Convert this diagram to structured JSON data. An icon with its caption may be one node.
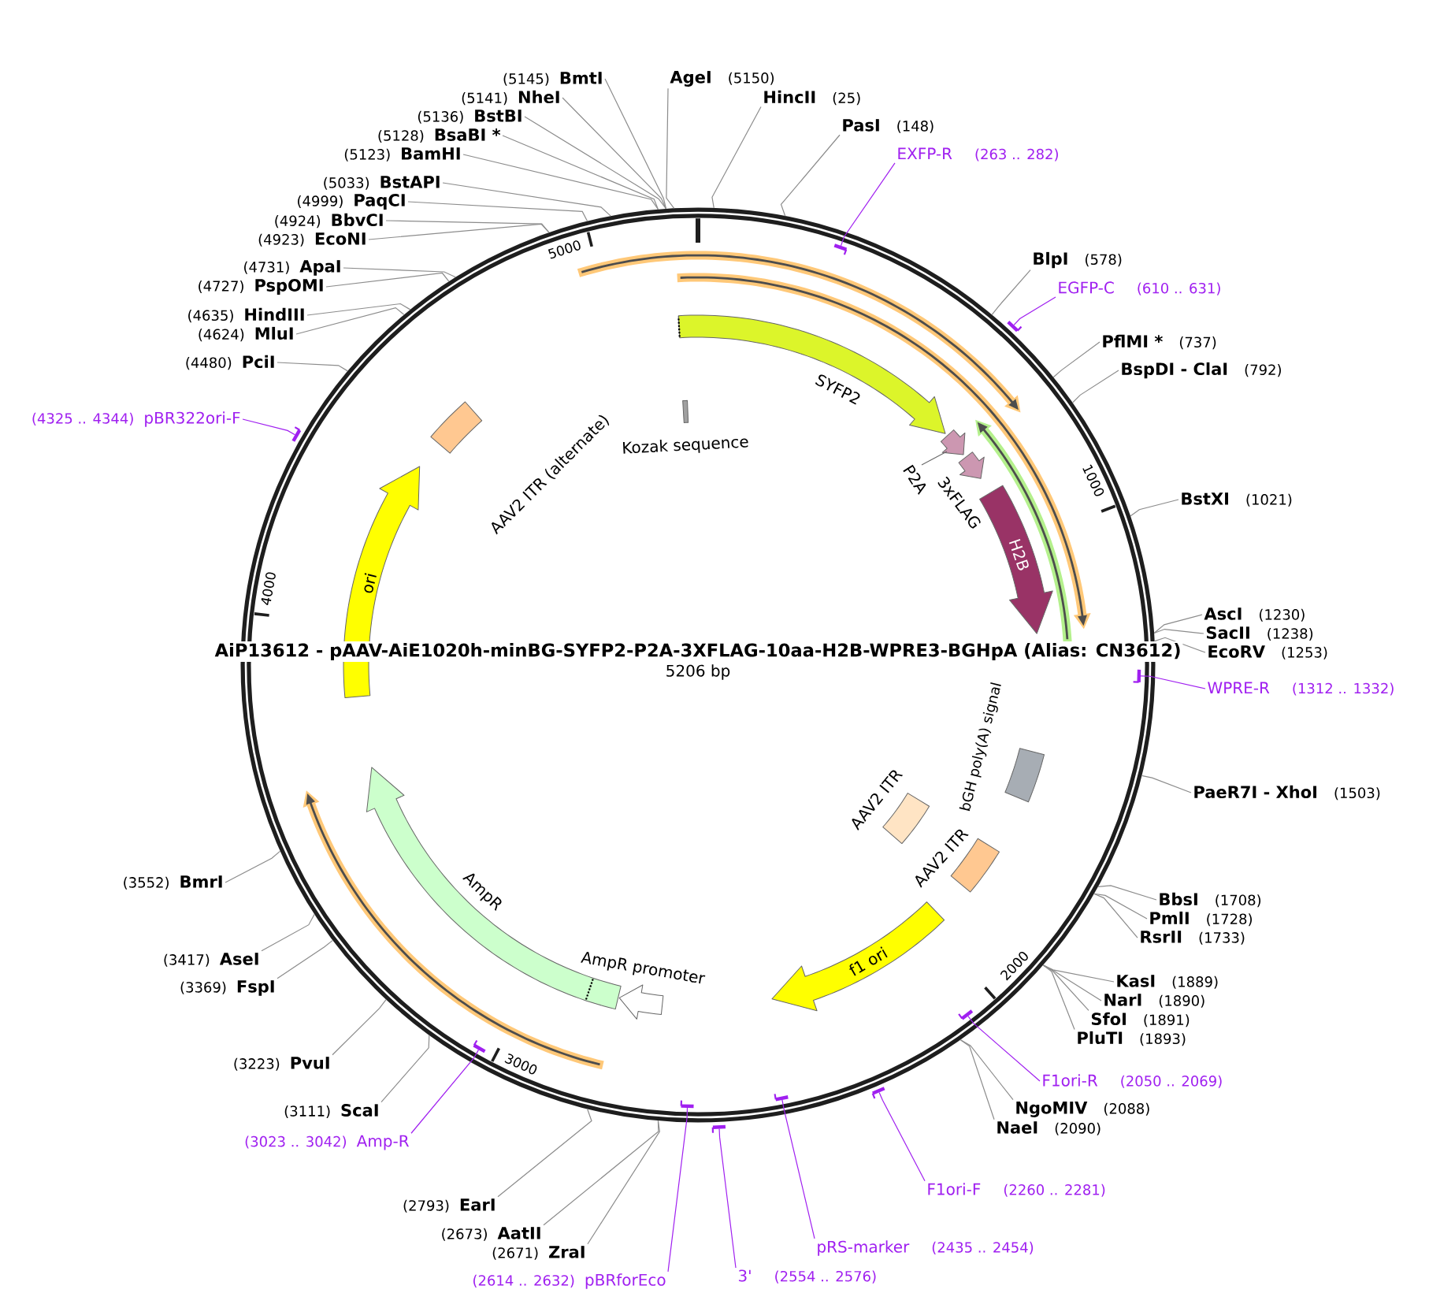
{
  "diagram": {
    "title": "AiP13612 - pAAV-AiE1020h-minBG-SYFP2-P2A-3XFLAG-10aa-H2B-WPRE3-BGHpA (Alias: CN3612)",
    "nodes": [
      {
        "text": [],
        "shape": "circle"
      },
      {
        "text": [
          "SYFP2"
        ],
        "in": 0
      },
      {
        "text": [
          "Kozak sequence"
        ],
        "in": 0
      },
      {
        "text": [
          "P2A"
        ],
        "in": 0
      },
      {
        "text": [
          "3xFLAG"
        ],
        "in": 0
      },
      {
        "text": [
          "H2B"
        ],
        "in": 0
      },
      {
        "text": [
          "bGH poly(A) signal"
        ],
        "in": 0
      },
      {
        "text": [
          "AAV2 ITR"
        ],
        "in": 0
      },
      {
        "text": [
          "AAV2 ITR"
        ],
        "in": 0
      },
      {
        "text": [
          "f1 ori"
        ],
        "in": 0
      },
      {
        "text": [
          "AmpR promoter"
        ],
        "in": 0
      },
      {
        "text": [
          "AmpR"
        ],
        "in": 0
      },
      {
        "text": [
          "ori"
        ],
        "in": 0
      },
      {
        "text": [
          "AAV2 ITR (alternate)"
        ],
        "in": 0
      },
      {
        "text": [
          "(5145)",
          "BmtI"
        ]
      },
      {
        "text": [
          "AgeI",
          "(5150)"
        ]
      },
      {
        "text": [
          "(5141)",
          "NheI"
        ]
      },
      {
        "text": [
          "HincII",
          "(25)"
        ]
      },
      {
        "text": [
          "(5136)",
          "BstBI"
        ]
      },
      {
        "text": [
          "PasI",
          "(148)"
        ]
      },
      {
        "text": [
          "(5128)",
          "BsaBI *"
        ]
      },
      {
        "text": [
          "(5123)",
          "BamHI"
        ]
      },
      {
        "text": [
          "EXFP-R",
          "(263 .. 282)"
        ]
      },
      {
        "text": [
          "(5033)",
          "BstAPI"
        ]
      },
      {
        "text": [
          "(4999)",
          "PaqCI"
        ]
      },
      {
        "text": [
          "(4924)",
          "BbvCI"
        ]
      },
      {
        "text": [
          "(4923)",
          "EcoNI"
        ]
      },
      {
        "text": [
          "BlpI",
          "(578)"
        ]
      },
      {
        "text": [
          "(4731)",
          "ApaI"
        ]
      },
      {
        "text": [
          "(4727)",
          "PspOMI"
        ]
      },
      {
        "text": [
          "EGFP-C",
          "(610 .. 631)"
        ]
      },
      {
        "text": [
          "(4635)",
          "HindIII"
        ]
      },
      {
        "text": [
          "(4624)",
          "MluI"
        ]
      },
      {
        "text": [
          "PflMI *",
          "(737)"
        ]
      },
      {
        "text": [
          "(4480)",
          "PciI"
        ]
      },
      {
        "text": [
          "BspDI - ClaI",
          "(792)"
        ]
      },
      {
        "text": [
          "(4325 .. 4344)",
          "pBR322ori-F"
        ]
      },
      {
        "text": [
          "BstXI",
          "(1021)"
        ]
      },
      {
        "text": [
          "AscI",
          "(1230)"
        ]
      },
      {
        "text": [
          "SacII",
          "(1238)"
        ]
      },
      {
        "text": [
          "EcoRV",
          "(1253)"
        ]
      },
      {
        "text": [
          "WPRE-R",
          "(1312 .. 1332)"
        ]
      },
      {
        "text": [
          "PaeR7I - XhoI",
          "(1503)"
        ]
      },
      {
        "text": [
          "(3552)",
          "BmrI"
        ]
      },
      {
        "text": [
          "BbsI",
          "(1708)"
        ]
      },
      {
        "text": [
          "PmlI",
          "(1728)"
        ]
      },
      {
        "text": [
          "RsrII",
          "(1733)"
        ]
      },
      {
        "text": [
          "(3417)",
          "AseI"
        ]
      },
      {
        "text": [
          "KasI",
          "(1889)"
        ]
      },
      {
        "text": [
          "(3369)",
          "FspI"
        ]
      },
      {
        "text": [
          "NarI",
          "(1890)"
        ]
      },
      {
        "text": [
          "SfoI",
          "(1891)"
        ]
      },
      {
        "text": [
          "PluTI",
          "(1893)"
        ]
      },
      {
        "text": [
          "(3223)",
          "PvuI"
        ]
      },
      {
        "text": [
          "F1ori-R",
          "(2050 .. 2069)"
        ]
      },
      {
        "text": [
          "NgoMIV",
          "(2088)"
        ]
      },
      {
        "text": [
          "(3111)",
          "ScaI"
        ]
      },
      {
        "text": [
          "NaeI",
          "(2090)"
        ]
      },
      {
        "text": [
          "(3023 .. 3042)",
          "Amp-R"
        ]
      },
      {
        "text": [
          "F1ori-F",
          "(2260 .. 2281)"
        ]
      },
      {
        "text": [
          "(2793)",
          "EarI"
        ]
      },
      {
        "text": [
          "(2673)",
          "AatII"
        ]
      },
      {
        "text": [
          "pRS-marker",
          "(2435 .. 2454)"
        ]
      },
      {
        "text": [
          "(2671)",
          "ZraI"
        ]
      },
      {
        "text": [
          "3'",
          "(2554 .. 2576)"
        ]
      },
      {
        "text": [
          "(2614 .. 2632)",
          "pBRforEco"
        ]
      },
      {
        "text": [],
        "shape": "bar",
        "in": 0
      },
      {
        "text": [],
        "shape": "bar"
      },
      {
        "text": [],
        "shape": "bar"
      },
      {
        "text": [],
        "shape": "bar",
        "in": 0
      },
      {
        "text": [],
        "shape": "bar",
        "in": 0
      },
      {
        "text": [],
        "shape": "bar",
        "in": 0
      },
      {
        "text": [],
        "shape": "bar"
      },
      {
        "text": [],
        "shape": "bar",
        "in": 0
      },
      {
        "text": [],
        "shape": "bar",
        "in": 0
      },
      {
        "text": [],
        "shape": "bar"
      }
    ],
    "edges": [
      {
        "from": 14,
        "to": 0,
        "arrow": "none"
      },
      {
        "from": 15,
        "to": 0,
        "arrow": "none"
      },
      {
        "from": 16,
        "to": 0,
        "arrow": "none"
      },
      {
        "from": 17,
        "to": 0,
        "arrow": "none"
      },
      {
        "from": 18,
        "to": 0,
        "arrow": "none"
      },
      {
        "from": 19,
        "to": 0,
        "arrow": "none"
      },
      {
        "from": 20,
        "to": 0,
        "arrow": "none"
      },
      {
        "from": 21,
        "to": 0,
        "arrow": "none"
      },
      {
        "from": 22,
        "to": 66,
        "arrow": "none",
        "color": "#a020f0"
      },
      {
        "from": 23,
        "to": 0,
        "arrow": "none"
      },
      {
        "from": 24,
        "to": 0,
        "arrow": "none"
      },
      {
        "from": 25,
        "to": 0,
        "arrow": "none"
      },
      {
        "from": 26,
        "to": 0,
        "arrow": "none"
      },
      {
        "from": 27,
        "to": 0,
        "arrow": "none"
      },
      {
        "from": 28,
        "to": 0,
        "arrow": "none"
      },
      {
        "from": 29,
        "to": 0,
        "arrow": "none"
      },
      {
        "from": 30,
        "to": 67,
        "arrow": "none",
        "color": "#a020f0"
      },
      {
        "from": 31,
        "to": 0,
        "arrow": "none"
      },
      {
        "from": 32,
        "to": 0,
        "arrow": "none"
      },
      {
        "from": 33,
        "to": 0,
        "arrow": "none"
      },
      {
        "from": 34,
        "to": 0,
        "arrow": "none"
      },
      {
        "from": 35,
        "to": 0,
        "arrow": "none"
      },
      {
        "from": 36,
        "to": 68,
        "arrow": "none",
        "color": "#a020f0"
      },
      {
        "from": 37,
        "to": 0,
        "arrow": "none"
      },
      {
        "from": 38,
        "to": 0,
        "arrow": "none"
      },
      {
        "from": 39,
        "to": 0,
        "arrow": "none"
      },
      {
        "from": 40,
        "to": 0,
        "arrow": "none"
      },
      {
        "from": 41,
        "to": 69,
        "arrow": "none",
        "color": "#a020f0"
      },
      {
        "from": 42,
        "to": 0,
        "arrow": "none"
      },
      {
        "from": 43,
        "to": 0,
        "arrow": "none"
      },
      {
        "from": 44,
        "to": 0,
        "arrow": "none"
      },
      {
        "from": 45,
        "to": 0,
        "arrow": "none"
      },
      {
        "from": 46,
        "to": 0,
        "arrow": "none"
      },
      {
        "from": 47,
        "to": 0,
        "arrow": "none"
      },
      {
        "from": 48,
        "to": 0,
        "arrow": "none"
      },
      {
        "from": 49,
        "to": 0,
        "arrow": "none"
      },
      {
        "from": 50,
        "to": 0,
        "arrow": "none"
      },
      {
        "from": 51,
        "to": 0,
        "arrow": "none"
      },
      {
        "from": 52,
        "to": 0,
        "arrow": "none"
      },
      {
        "from": 53,
        "to": 0,
        "arrow": "none"
      },
      {
        "from": 54,
        "to": 70,
        "arrow": "none",
        "color": "#a020f0"
      },
      {
        "from": 55,
        "to": 0,
        "arrow": "none"
      },
      {
        "from": 56,
        "to": 0,
        "arrow": "none"
      },
      {
        "from": 57,
        "to": 0,
        "arrow": "none"
      },
      {
        "from": 58,
        "to": 71,
        "arrow": "none",
        "color": "#a020f0"
      },
      {
        "from": 59,
        "to": 72,
        "arrow": "none",
        "color": "#a020f0"
      },
      {
        "from": 60,
        "to": 0,
        "arrow": "none"
      },
      {
        "from": 61,
        "to": 0,
        "arrow": "none"
      },
      {
        "from": 62,
        "to": 73,
        "arrow": "none",
        "color": "#a020f0"
      },
      {
        "from": 63,
        "to": 0,
        "arrow": "none"
      },
      {
        "from": 64,
        "to": 75,
        "arrow": "none",
        "color": "#a020f0"
      },
      {
        "from": 65,
        "to": 74,
        "arrow": "none",
        "color": "#a020f0"
      }
    ],
    "labels": [
      "5000",
      "1000",
      "4000",
      "5206 bp",
      "2000",
      "3000"
    ]
  }
}
